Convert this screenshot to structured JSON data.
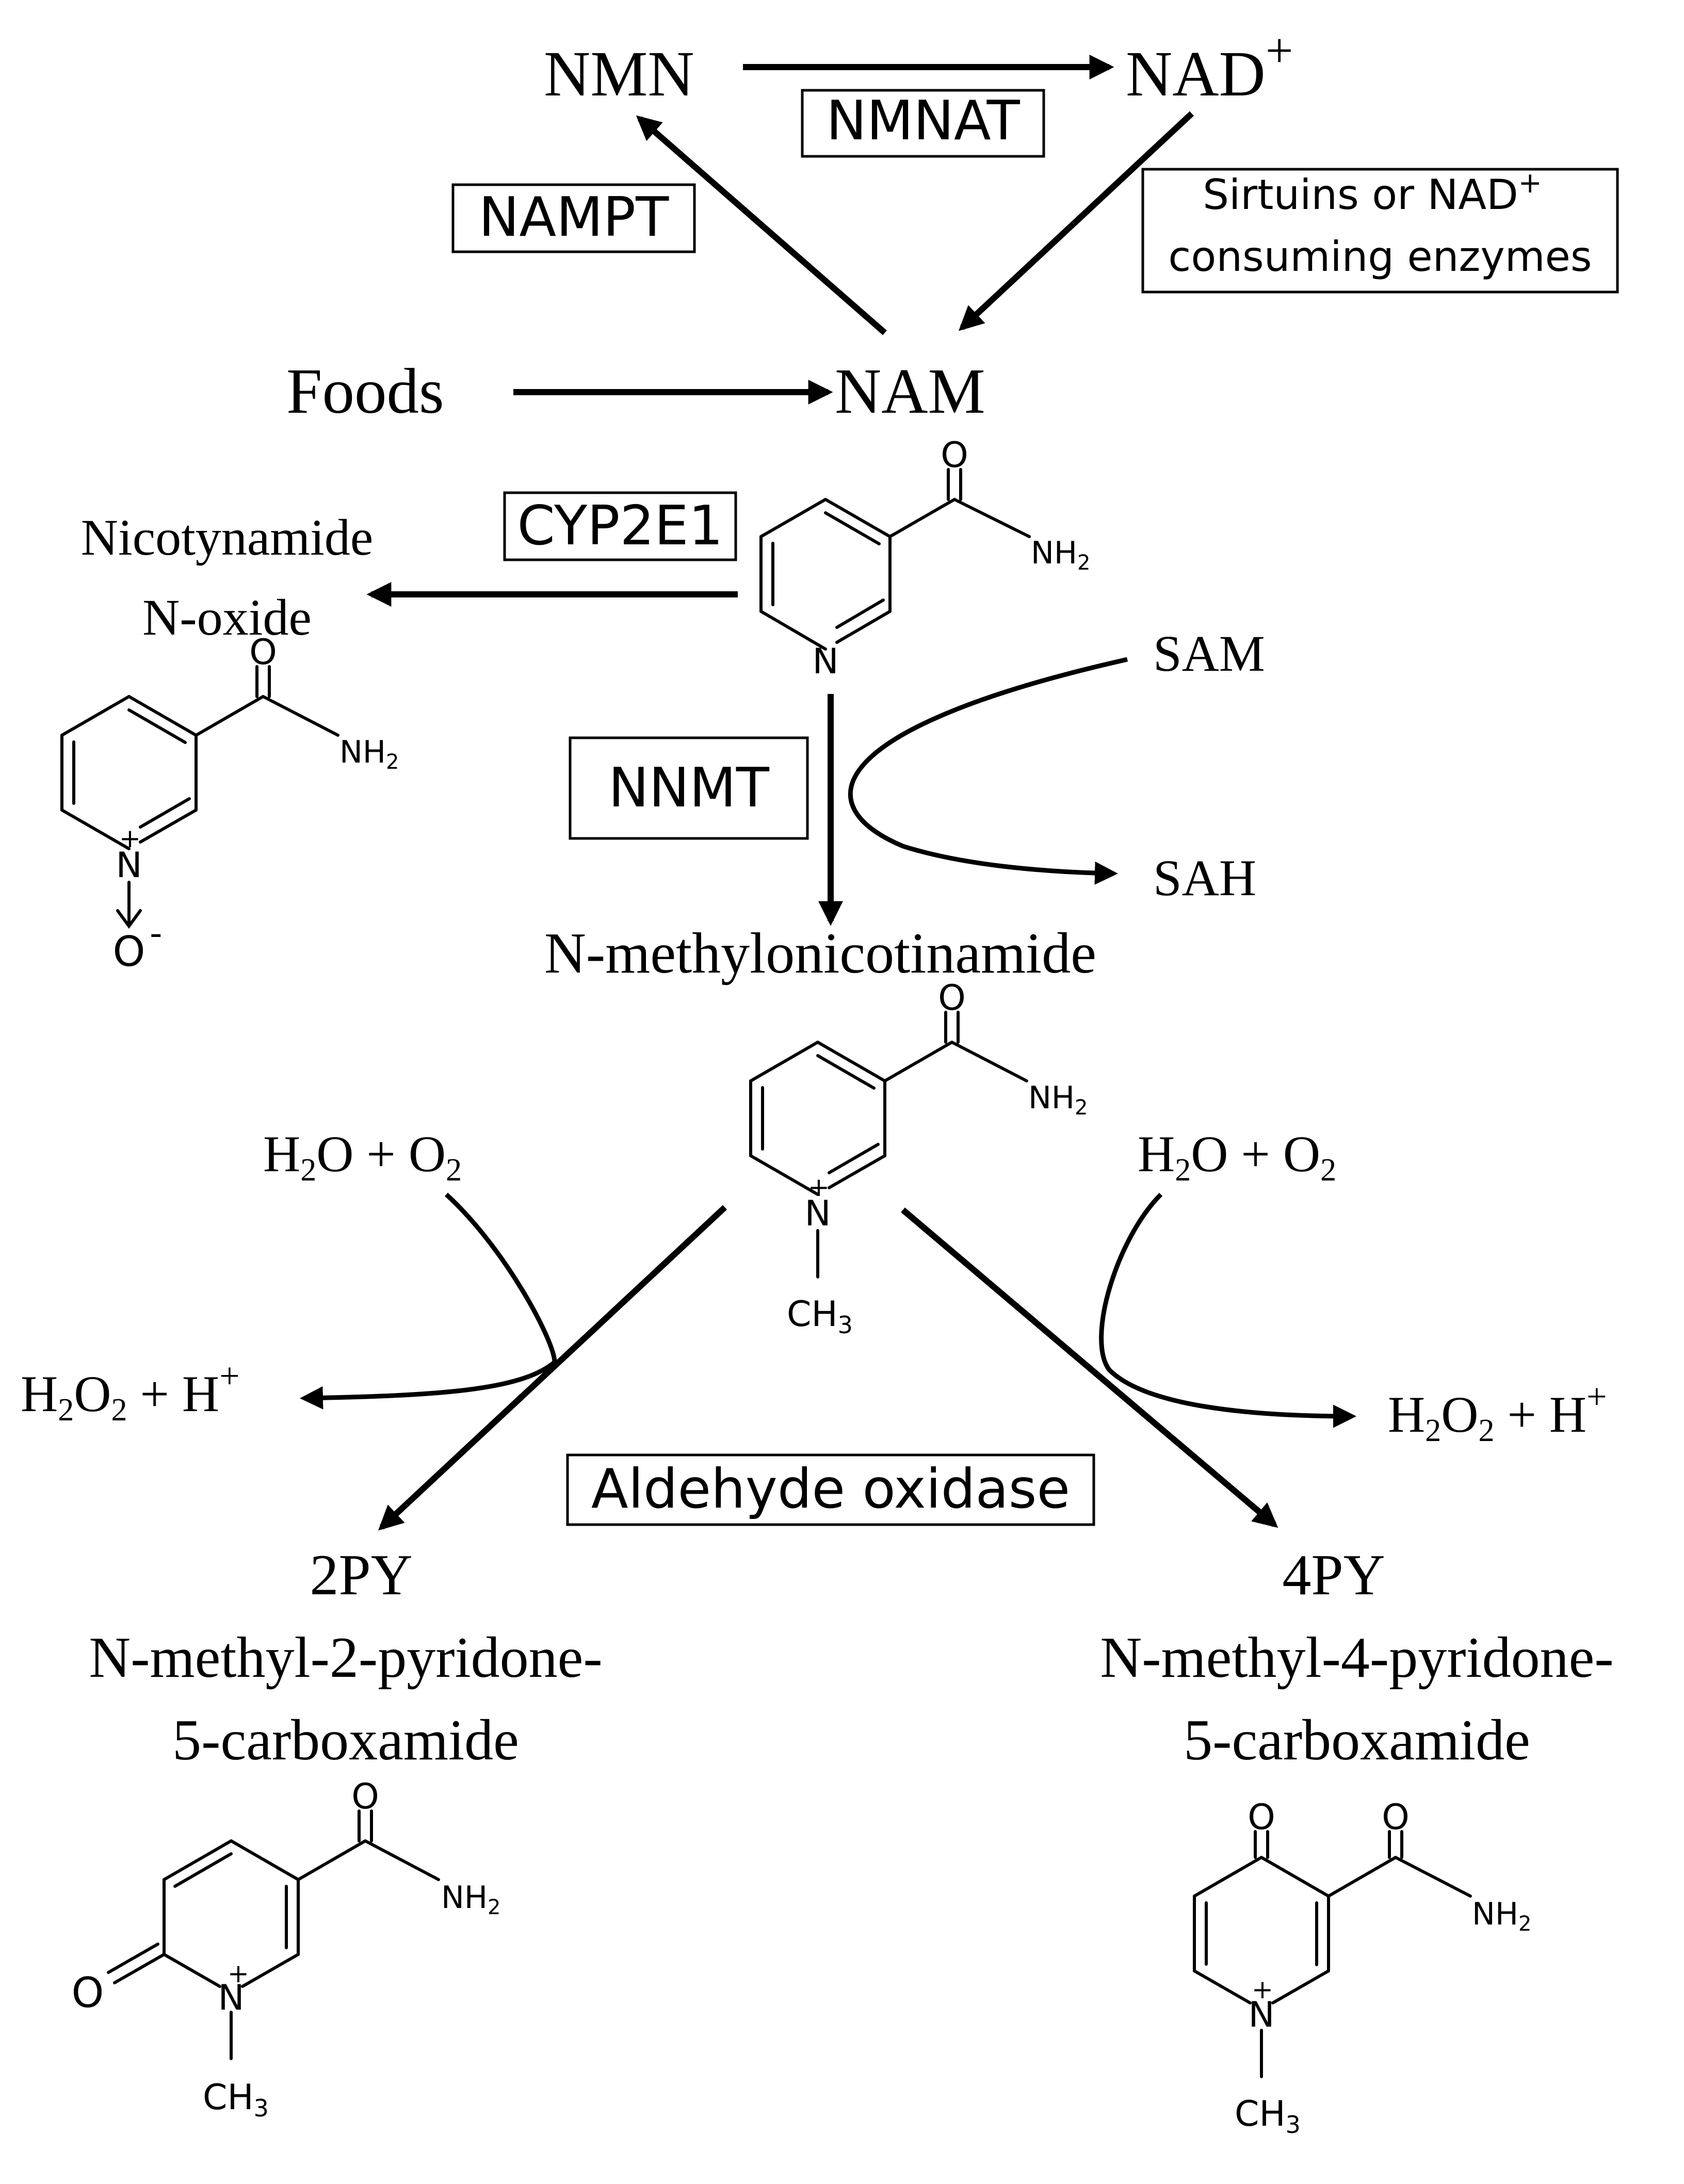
{
  "nodes": {
    "nmn": "NMN",
    "nad": "NAD",
    "nad_sup": "+",
    "foods": "Foods",
    "nam": "NAM",
    "nicotinamide_n_oxide_1": "Nicotynamide",
    "nicotinamide_n_oxide_2": "N-oxide",
    "sam": "SAM",
    "sah": "SAH",
    "n_methylnicotinamide": "N-methylonicotinamide",
    "water": "H",
    "water_sub": "2",
    "water_o": "O + O",
    "oxygen_sub": "2",
    "peroxide_h": "H",
    "peroxide_sub1": "2",
    "peroxide_o": "O",
    "peroxide_sub2": "2",
    "peroxide_plus": " + H",
    "proton_sup": "+",
    "py2": "2PY",
    "py2_name_1": "N-methyl-2-pyridone-",
    "py2_name_2": "5-carboxamide",
    "py4": "4PY",
    "py4_name_1": "N-methyl-4-pyridone-",
    "py4_name_2": "5-carboxamide"
  },
  "enzymes": {
    "nmnat": "NMNAT",
    "nampt": "NAMPT",
    "sirtuins_1": "Sirtuins or NAD",
    "sirtuins_sup": "+",
    "sirtuins_2": "consuming enzymes",
    "cyp2e1": "CYP2E1",
    "nnmt": "NNMT",
    "aldehyde_oxidase": "Aldehyde oxidase"
  },
  "atoms": {
    "o": "O",
    "n": "N",
    "nh2_n": "NH",
    "nh2_sub": "2",
    "ch3_c": "CH",
    "ch3_sub": "3",
    "plus": "+",
    "minus": "-",
    "o_minus": "O"
  }
}
